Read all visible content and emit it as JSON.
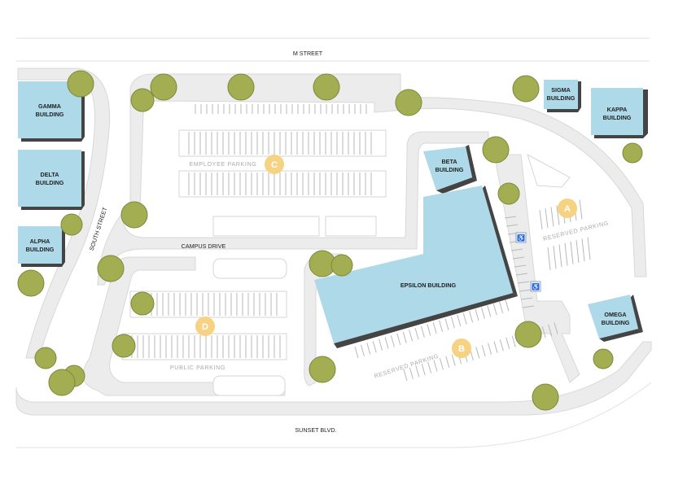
{
  "colors": {
    "road": "#ececec",
    "road_edge": "#dadada",
    "building": "#aed9e8",
    "building_shadow": "#444444",
    "tree": "#a3ad52",
    "tree_edge": "#7f8838",
    "marker": "#f6d283",
    "stall_line": "#b8b8b8"
  },
  "streets": {
    "north": "M STREET",
    "south": "SUNSET BLVD.",
    "west": "SOUTH STREET",
    "inner": "CAMPUS DRIVE"
  },
  "buildings": {
    "gamma": [
      "GAMMA",
      "BUILDING"
    ],
    "delta": [
      "DELTA",
      "BUILDING"
    ],
    "alpha": [
      "ALPHA",
      "BUILDING"
    ],
    "beta": [
      "BETA",
      "BUILDING"
    ],
    "sigma": [
      "SIGMA",
      "BUILDING"
    ],
    "kappa": [
      "KAPPA",
      "BUILDING"
    ],
    "omega": [
      "OMEGA",
      "BUILDING"
    ],
    "epsilon": [
      "EPSILON BUILDING"
    ]
  },
  "lots": {
    "employee": "EMPLOYEE PARKING",
    "public": "PUBLIC PARKING",
    "reserved_a": "RESERVED PARKING",
    "reserved_b": "RESERVED PARKING"
  },
  "markers": {
    "a": "A",
    "b": "B",
    "c": "C",
    "d": "D"
  },
  "icons": {
    "accessible_parking": "accessible-parking-icon"
  }
}
